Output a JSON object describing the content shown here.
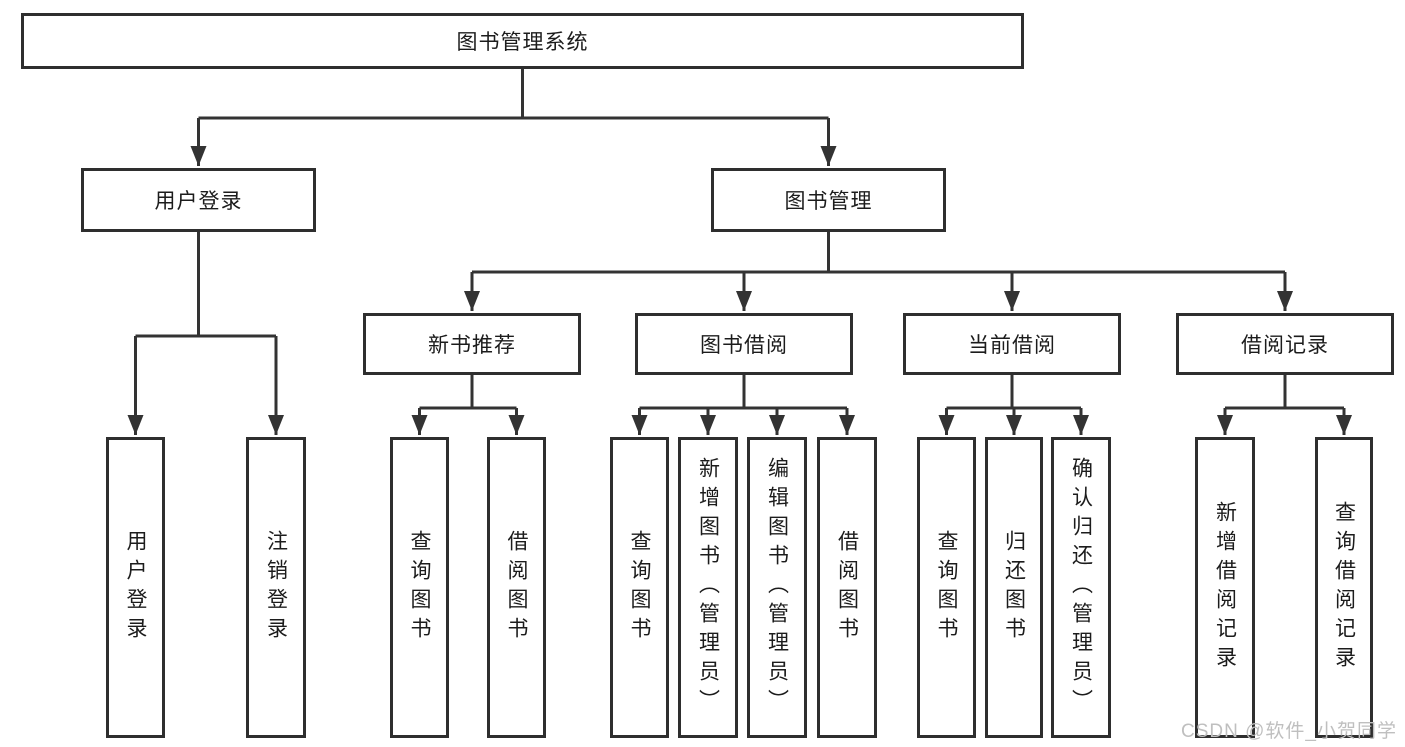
{
  "diagram": {
    "type": "hierarchy-tree",
    "root": {
      "label": "图书管理系统",
      "children": [
        {
          "label": "用户登录",
          "children": [
            {
              "label": "用户登录"
            },
            {
              "label": "注销登录"
            }
          ]
        },
        {
          "label": "图书管理",
          "children": [
            {
              "label": "新书推荐",
              "children": [
                {
                  "label": "查询图书"
                },
                {
                  "label": "借阅图书"
                }
              ]
            },
            {
              "label": "图书借阅",
              "children": [
                {
                  "label": "查询图书"
                },
                {
                  "label": "新增图书（管理员）"
                },
                {
                  "label": "编辑图书（管理员）"
                },
                {
                  "label": "借阅图书"
                }
              ]
            },
            {
              "label": "当前借阅",
              "children": [
                {
                  "label": "查询图书"
                },
                {
                  "label": "归还图书"
                },
                {
                  "label": "确认归还（管理员）"
                }
              ]
            },
            {
              "label": "借阅记录",
              "children": [
                {
                  "label": "新增借阅记录"
                },
                {
                  "label": "查询借阅记录"
                }
              ]
            }
          ]
        }
      ]
    }
  },
  "colors": {
    "background": "#ffffff",
    "box_border": "#2e2e2e",
    "connector": "#333333",
    "text": "#1c1c1c",
    "watermark_text": "#bfbfbf"
  },
  "watermark": {
    "text": "CSDN @软件_小贺同学"
  }
}
